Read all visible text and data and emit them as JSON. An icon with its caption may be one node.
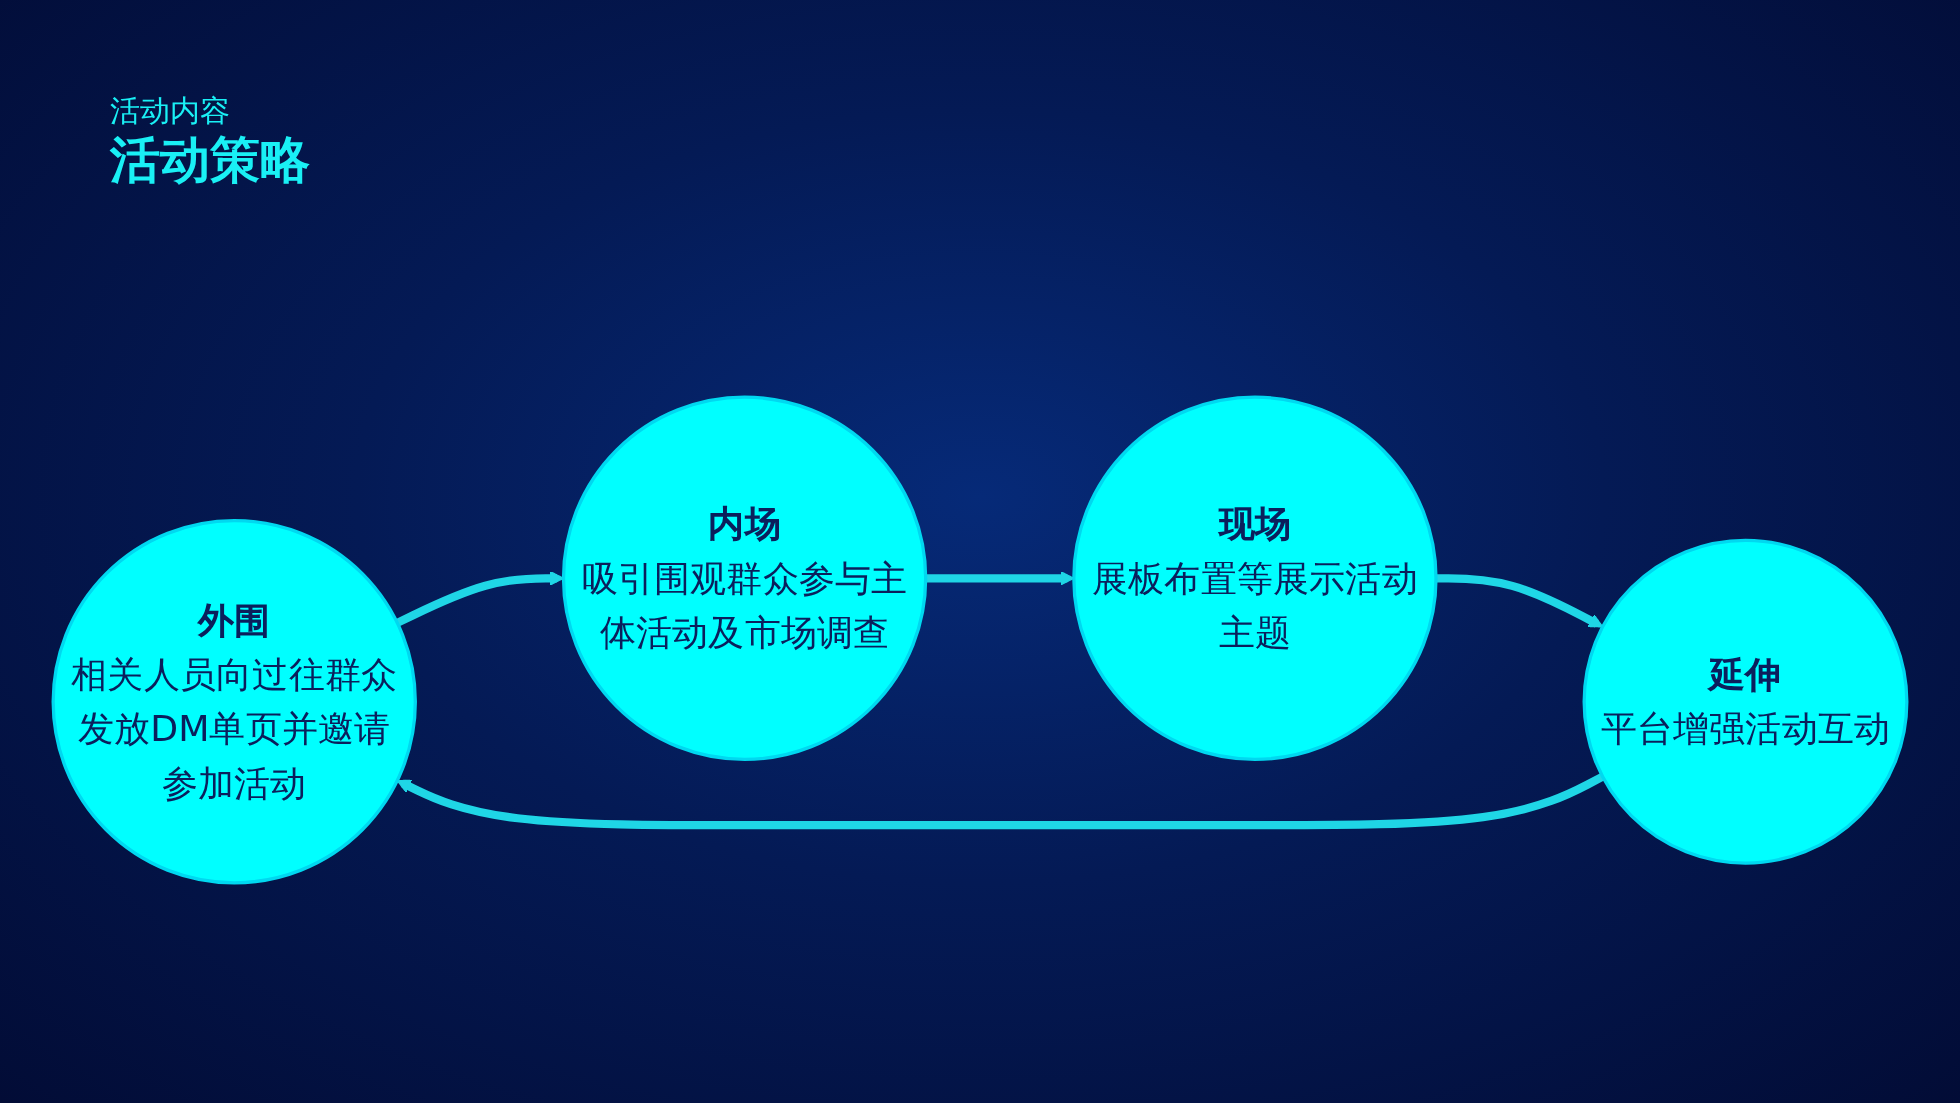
{
  "diagram": {
    "title": "活动策略",
    "nodes": [
      {
        "text": [
          "外围",
          "相关人员向过往群众发放DM单页并邀请参加活动"
        ]
      },
      {
        "text": [
          "内场",
          "吸引围观群众参与主体活动及市场调查"
        ]
      },
      {
        "text": [
          "延伸",
          "平台增强活动互动"
        ]
      },
      {
        "text": [
          "现场",
          "展板布置等展示活动主题"
        ]
      }
    ],
    "edges": [
      {
        "from": 0,
        "to": 1,
        "arrow": "to"
      },
      {
        "from": 1,
        "to": 3,
        "arrow": "to"
      },
      {
        "from": 3,
        "to": 2,
        "arrow": "to"
      },
      {
        "from": 2,
        "to": 0,
        "arrow": "to"
      }
    ],
    "labels": [
      "活动内容"
    ]
  }
}
